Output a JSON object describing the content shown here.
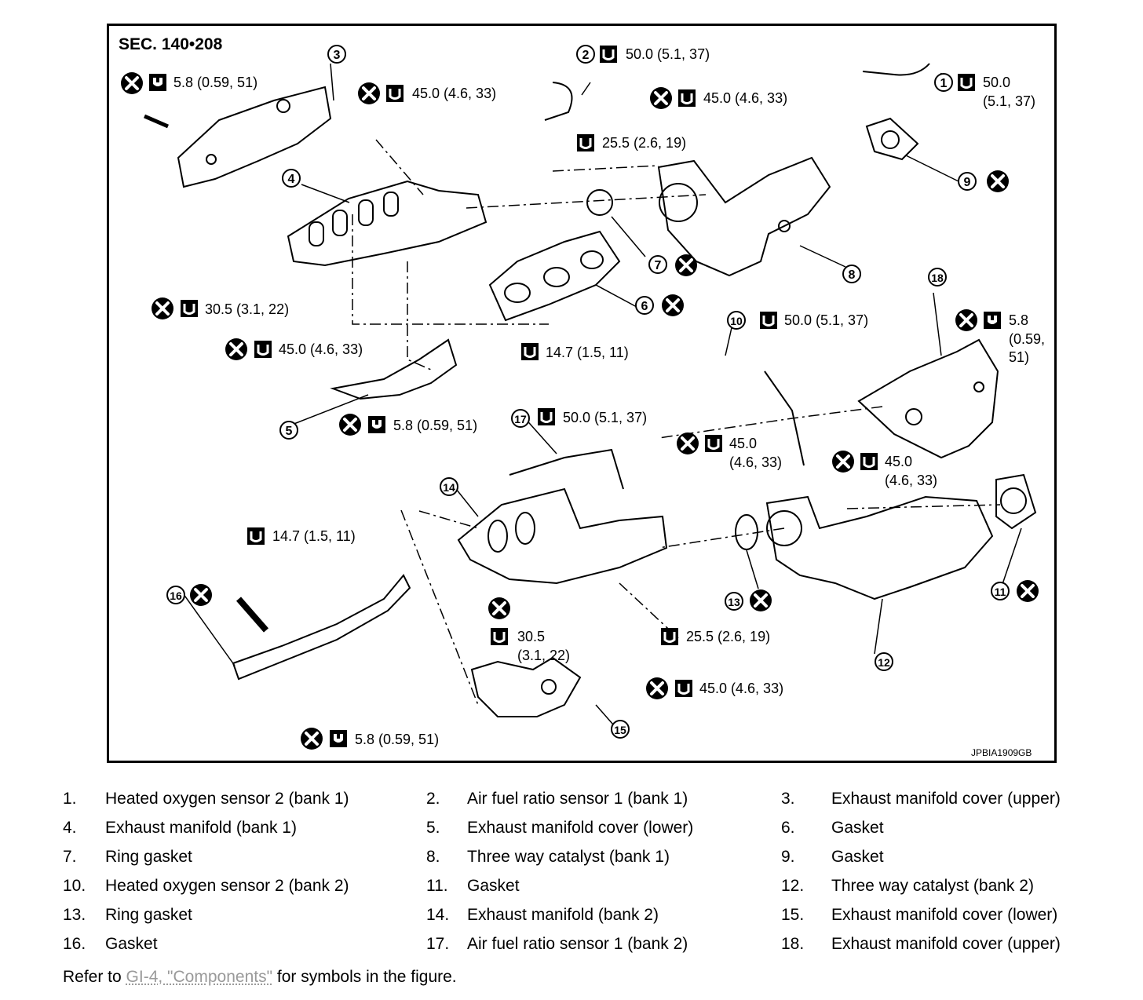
{
  "figure": {
    "section": "SEC. 140•208",
    "code": "JPBIA1909GB",
    "callouts": [
      {
        "id": "c3",
        "num": "3"
      },
      {
        "id": "c2",
        "num": "2"
      },
      {
        "id": "c1",
        "num": "1"
      },
      {
        "id": "c4",
        "num": "4"
      },
      {
        "id": "c9",
        "num": "9"
      },
      {
        "id": "c7",
        "num": "7"
      },
      {
        "id": "c8",
        "num": "8"
      },
      {
        "id": "c18",
        "num": "18"
      },
      {
        "id": "c6",
        "num": "6"
      },
      {
        "id": "c10",
        "num": "10"
      },
      {
        "id": "c5",
        "num": "5"
      },
      {
        "id": "c17",
        "num": "17"
      },
      {
        "id": "c14",
        "num": "14"
      },
      {
        "id": "c16",
        "num": "16"
      },
      {
        "id": "c13",
        "num": "13"
      },
      {
        "id": "c11",
        "num": "11"
      },
      {
        "id": "c12",
        "num": "12"
      },
      {
        "id": "c15",
        "num": "15"
      }
    ],
    "torques": [
      {
        "id": "t1",
        "text": "5.8 (0.59, 51)"
      },
      {
        "id": "t2",
        "text": "50.0 (5.1, 37)"
      },
      {
        "id": "t3",
        "text": "45.0 (4.6, 33)"
      },
      {
        "id": "t4",
        "text": "50.0"
      },
      {
        "id": "t4b",
        "text": "(5.1, 37)"
      },
      {
        "id": "t5",
        "text": "45.0 (4.6, 33)"
      },
      {
        "id": "t6",
        "text": "25.5 (2.6, 19)"
      },
      {
        "id": "t7",
        "text": "30.5 (3.1, 22)"
      },
      {
        "id": "t8",
        "text": "50.0 (5.1, 37)"
      },
      {
        "id": "t9",
        "text": "5.8"
      },
      {
        "id": "t9b",
        "text": "(0.59,"
      },
      {
        "id": "t9c",
        "text": "51)"
      },
      {
        "id": "t10",
        "text": "45.0 (4.6, 33)"
      },
      {
        "id": "t11",
        "text": "14.7 (1.5, 11)"
      },
      {
        "id": "t12",
        "text": "5.8 (0.59, 51)"
      },
      {
        "id": "t13",
        "text": "50.0 (5.1, 37)"
      },
      {
        "id": "t14",
        "text": "45.0"
      },
      {
        "id": "t14b",
        "text": "(4.6, 33)"
      },
      {
        "id": "t15",
        "text": "45.0"
      },
      {
        "id": "t15b",
        "text": "(4.6, 33)"
      },
      {
        "id": "t16",
        "text": "14.7 (1.5, 11)"
      },
      {
        "id": "t17",
        "text": "30.5"
      },
      {
        "id": "t17b",
        "text": "(3.1, 22)"
      },
      {
        "id": "t18",
        "text": "25.5 (2.6, 19)"
      },
      {
        "id": "t19",
        "text": "45.0 (4.6, 33)"
      },
      {
        "id": "t20",
        "text": "5.8 (0.59, 51)"
      }
    ]
  },
  "legend": [
    {
      "num": "1.",
      "text": "Heated oxygen sensor 2 (bank 1)"
    },
    {
      "num": "2.",
      "text": "Air fuel ratio sensor 1 (bank 1)"
    },
    {
      "num": "3.",
      "text": "Exhaust manifold cover (upper)"
    },
    {
      "num": "4.",
      "text": "Exhaust manifold (bank 1)"
    },
    {
      "num": "5.",
      "text": "Exhaust manifold cover (lower)"
    },
    {
      "num": "6.",
      "text": "Gasket"
    },
    {
      "num": "7.",
      "text": "Ring gasket"
    },
    {
      "num": "8.",
      "text": "Three way catalyst (bank 1)"
    },
    {
      "num": "9.",
      "text": "Gasket"
    },
    {
      "num": "10.",
      "text": "Heated oxygen sensor 2 (bank 2)"
    },
    {
      "num": "11.",
      "text": "Gasket"
    },
    {
      "num": "12.",
      "text": "Three way catalyst (bank 2)"
    },
    {
      "num": "13.",
      "text": "Ring gasket"
    },
    {
      "num": "14.",
      "text": "Exhaust manifold (bank 2)"
    },
    {
      "num": "15.",
      "text": "Exhaust manifold cover (lower)"
    },
    {
      "num": "16.",
      "text": "Gasket"
    },
    {
      "num": "17.",
      "text": "Air fuel ratio sensor 1 (bank 2)"
    },
    {
      "num": "18.",
      "text": "Exhaust manifold cover (upper)"
    }
  ],
  "footer": {
    "prefix": "Refer to ",
    "link": "GI-4, \"Components\"",
    "suffix": " for symbols in the figure."
  }
}
